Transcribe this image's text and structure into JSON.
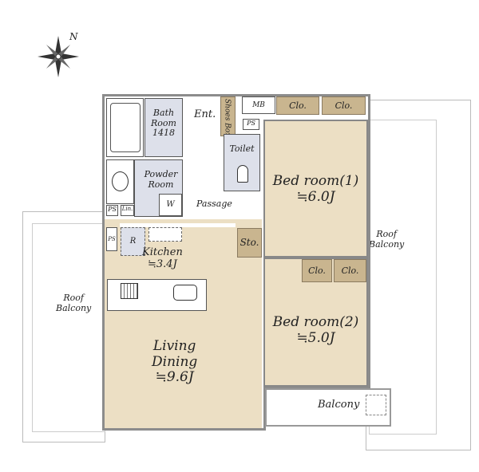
{
  "compass": {
    "north": "N"
  },
  "rooms": {
    "bath": {
      "name": "Bath",
      "name2": "Room",
      "size": "1418"
    },
    "powder": {
      "name": "Powder",
      "name2": "Room",
      "washer": "W"
    },
    "ps1": "PS",
    "lin": "Lin.",
    "ps2": "PS",
    "ps3": "PS",
    "fridge": "R",
    "entrance": "Ent.",
    "shoes_box": "Shoes Box",
    "mb": "MB",
    "toilet": "Toilet",
    "passage": "Passage",
    "storage": "Sto.",
    "closets": [
      "Clo.",
      "Clo.",
      "Clo.",
      "Clo."
    ],
    "bedroom1": {
      "name": "Bed room(1)",
      "area": "≒6.0J"
    },
    "bedroom2": {
      "name": "Bed room(2)",
      "area": "≒5.0J"
    },
    "kitchen": {
      "name": "Kitchen",
      "area": "≒3.4J"
    },
    "living": {
      "name": "Living",
      "name2": "Dining",
      "area": "≒9.6J"
    },
    "balcony": "Balcony",
    "roof_balcony_left": {
      "l1": "Roof",
      "l2": "Balcony"
    },
    "roof_balcony_right": {
      "l1": "Roof",
      "l2": "Balcony"
    }
  },
  "colors": {
    "room": "#ecdfc4",
    "closet": "#c9b58f",
    "wet": "#dde0ea",
    "wall": "#8c8c8c"
  }
}
